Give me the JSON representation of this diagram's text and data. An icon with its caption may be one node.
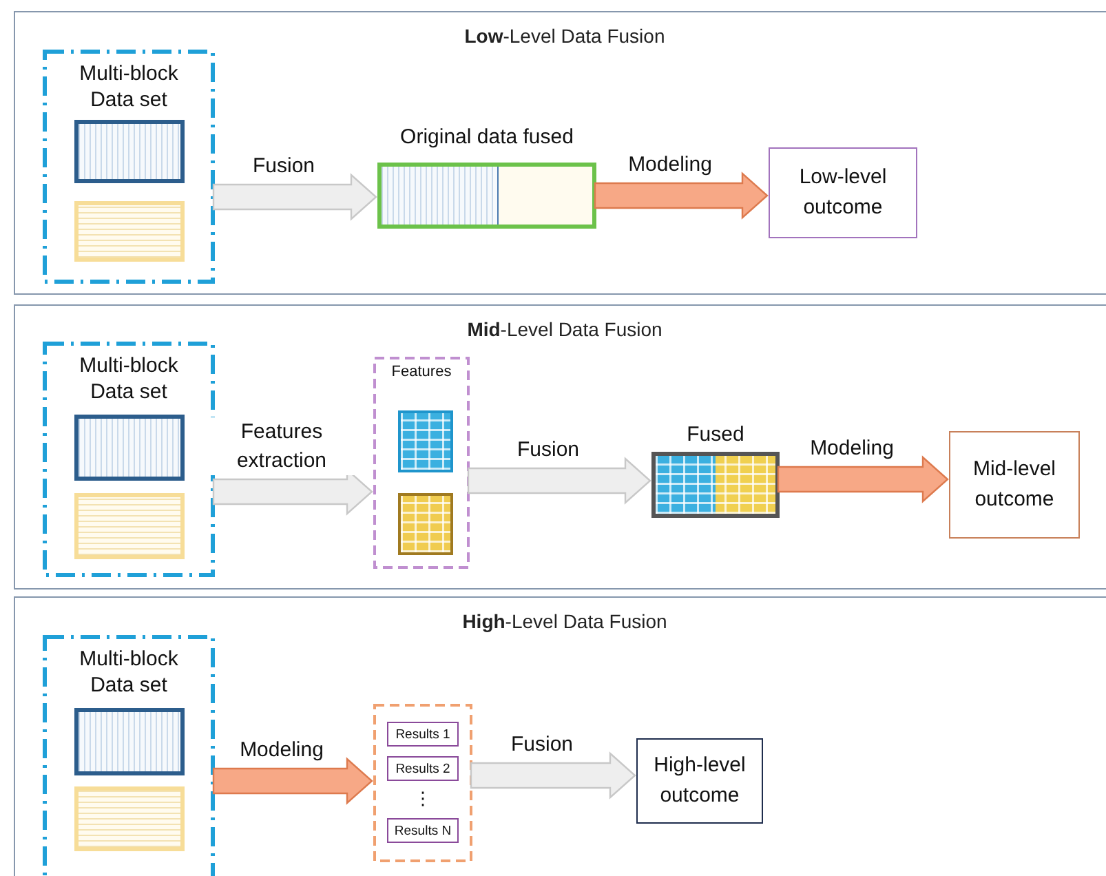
{
  "diagram": {
    "nodes": [
      {
        "text": [
          "**Low**-Level Data Fusion"
        ]
      },
      {
        "text": [
          "Multi-block Data set"
        ],
        "in": 0
      },
      {
        "text": [],
        "shape": "box",
        "in": 1
      },
      {
        "text": [],
        "shape": "box",
        "in": 1
      },
      {
        "text": [
          "Original data fused"
        ],
        "in": 0
      },
      {
        "text": [
          "Low-level outcome"
        ],
        "in": 0
      },
      {
        "text": [
          "**Mid**-Level Data Fusion"
        ]
      },
      {
        "text": [
          "Multi-block Data set"
        ],
        "in": 6
      },
      {
        "text": [],
        "shape": "box",
        "in": 7
      },
      {
        "text": [],
        "shape": "box",
        "in": 7
      },
      {
        "text": [
          "Features"
        ],
        "in": 6
      },
      {
        "text": [],
        "shape": "box",
        "in": 10
      },
      {
        "text": [],
        "shape": "box",
        "in": 10
      },
      {
        "text": [
          "Fused"
        ],
        "in": 6
      },
      {
        "text": [
          "Mid-level outcome"
        ],
        "in": 6
      },
      {
        "text": [
          "**High**-Level Data Fusion"
        ]
      },
      {
        "text": [
          "Multi-block Data set"
        ],
        "in": 15
      },
      {
        "text": [],
        "shape": "box",
        "in": 16
      },
      {
        "text": [],
        "shape": "box",
        "in": 16
      },
      {
        "text": [
          "⋮"
        ],
        "in": 15
      },
      {
        "text": [
          "Results 1"
        ],
        "in": 19
      },
      {
        "text": [
          "Results 2"
        ],
        "in": 19
      },
      {
        "text": [
          "Results N"
        ],
        "in": 19
      },
      {
        "text": [
          "High-level outcome"
        ],
        "in": 15
      }
    ],
    "edges": [
      {
        "from": 1,
        "to": 4,
        "arrow": "to",
        "label": "Fusion"
      },
      {
        "from": 4,
        "to": 5,
        "arrow": "to",
        "label": "Modeling",
        "color": "#f7a886"
      },
      {
        "from": 7,
        "to": 10,
        "arrow": "to",
        "label": "Features extraction"
      },
      {
        "from": 10,
        "to": 13,
        "arrow": "to",
        "label": "Fusion"
      },
      {
        "from": 13,
        "to": 14,
        "arrow": "to",
        "label": "Modeling",
        "color": "#f7a886"
      },
      {
        "from": 16,
        "to": 19,
        "arrow": "to",
        "label": "Modeling",
        "color": "#f7a886"
      },
      {
        "from": 19,
        "to": 23,
        "arrow": "to",
        "label": "Fusion"
      }
    ]
  }
}
